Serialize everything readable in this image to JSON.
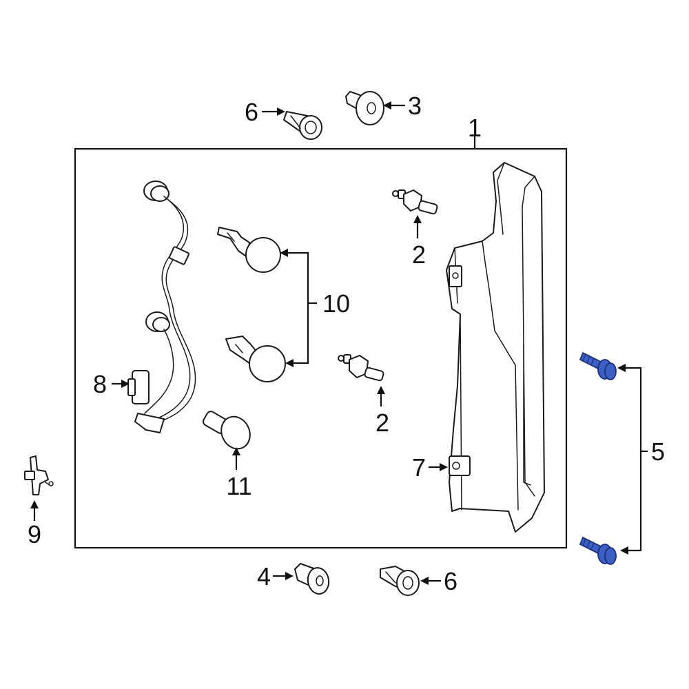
{
  "diagram": {
    "callouts": {
      "c1": "1",
      "c2a": "2",
      "c2b": "2",
      "c3": "3",
      "c4": "4",
      "c5": "5",
      "c6a": "6",
      "c6b": "6",
      "c7": "7",
      "c8": "8",
      "c9": "9",
      "c10": "10",
      "c11": "11"
    },
    "colors": {
      "line": "#1a1a1a",
      "highlight_fill": "#3c5fc4",
      "highlight_stroke": "#1b2f78",
      "background": "#ffffff"
    },
    "highlighted_part": "5"
  }
}
